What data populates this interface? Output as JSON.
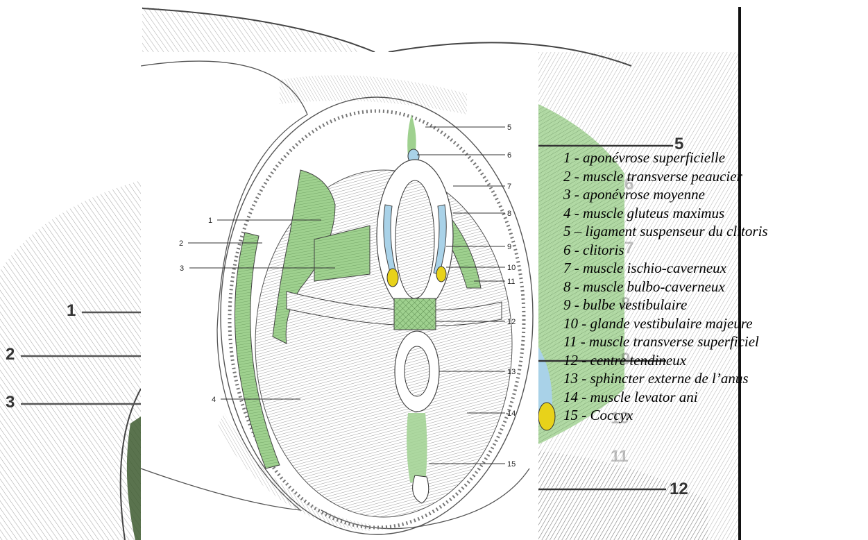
{
  "legend": [
    {
      "number": "1",
      "text": "1 - aponévrose superficielle"
    },
    {
      "number": "2",
      "text": "2 - muscle transverse peaucier"
    },
    {
      "number": "3",
      "text": "3 - aponévrose moyenne"
    },
    {
      "number": "4",
      "text": "4 - muscle gluteus maximus"
    },
    {
      "number": "5",
      "text": "5 – ligament suspenseur du clitoris"
    },
    {
      "number": "6",
      "text": "6 - clitoris"
    },
    {
      "number": "7",
      "text": "7 - muscle ischio-caverneux"
    },
    {
      "number": "8",
      "text": "8 - muscle bulbo-caverneux"
    },
    {
      "number": "9",
      "text": "9 - bulbe vestibulaire"
    },
    {
      "number": "10",
      "text": "10 - glande vestibulaire majeure"
    },
    {
      "number": "11",
      "text": "11 - muscle transverse superficiel"
    },
    {
      "number": "12",
      "text": "12 - centre tendineux"
    },
    {
      "number": "13",
      "text": "13 - sphincter externe de l’anus"
    },
    {
      "number": "14",
      "text": "14 - muscle levator ani"
    },
    {
      "number": "15",
      "text": "15 - Coccyx"
    }
  ],
  "diagram_labels": [
    "1",
    "2",
    "3",
    "4",
    "5",
    "6",
    "7",
    "8",
    "9",
    "10",
    "11",
    "12",
    "13",
    "14",
    "15"
  ],
  "background_labels": {
    "left": [
      "1",
      "2",
      "3"
    ],
    "right": [
      "5",
      "6",
      "7",
      "8",
      "9",
      "10",
      "11",
      "12"
    ]
  },
  "colors": {
    "muscle_green": "#9fd18f",
    "bulb_blue": "#a9d2e8",
    "gland_yellow": "#e8d21a",
    "line_art": "#555555",
    "divider": "#111111"
  }
}
